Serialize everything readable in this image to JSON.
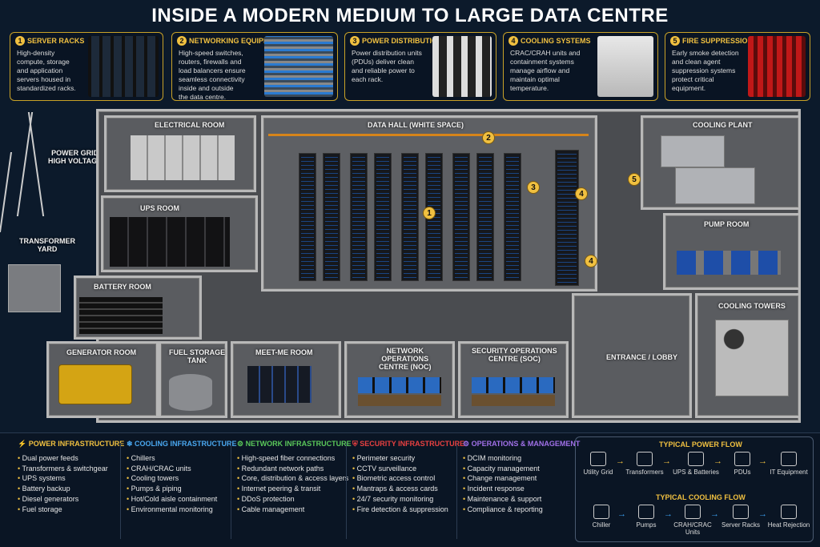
{
  "title": "INSIDE A MODERN MEDIUM TO LARGE DATA CENTRE",
  "top_cards": [
    {
      "num": "1",
      "heading": "SERVER RACKS",
      "text": [
        "High-density",
        "compute, storage",
        "and application",
        "servers housed in",
        "standardized racks."
      ],
      "photo_icon": "server-rack-icon"
    },
    {
      "num": "2",
      "heading": "NETWORKING EQUIPMENT",
      "text": [
        "High-speed switches,",
        "routers, firewalls and",
        "load balancers ensure",
        "seamless connectivity",
        "inside and outside",
        "the data centre."
      ],
      "photo_icon": "network-switch-icon"
    },
    {
      "num": "3",
      "heading": "POWER DISTRIBUTION",
      "text": [
        "Power distribution units",
        "(PDUs) deliver clean",
        "and reliable power to",
        "each rack."
      ],
      "photo_icon": "pdu-icon"
    },
    {
      "num": "4",
      "heading": "COOLING SYSTEMS",
      "text": [
        "CRAC/CRAH units and",
        "containment systems",
        "manage airflow and",
        "maintain optimal",
        "temperature."
      ],
      "photo_icon": "crac-unit-icon"
    },
    {
      "num": "5",
      "heading": "FIRE SUPPRESSION",
      "text": [
        "Early smoke detection",
        "and clean agent",
        "suppression systems",
        "protect critical",
        "equipment."
      ],
      "photo_icon": "fire-cylinder-icon"
    }
  ],
  "rooms": {
    "electrical": "ELECTRICAL ROOM",
    "data_hall": "DATA HALL (WHITE SPACE)",
    "cooling_plant": "COOLING PLANT",
    "power_grid": "POWER GRID",
    "power_grid_sub": "HIGH VOLTAGE",
    "ups": "UPS ROOM",
    "pump": "PUMP ROOM",
    "transformer": "TRANSFORMER",
    "transformer_sub": "YARD",
    "battery": "BATTERY ROOM",
    "cooling_towers": "COOLING TOWERS",
    "generator": "GENERATOR ROOM",
    "fuel": "FUEL STORAGE",
    "fuel_sub": "TANK",
    "meetme": "MEET-ME ROOM",
    "noc": "NETWORK",
    "noc_sub1": "OPERATIONS",
    "noc_sub2": "CENTRE (NOC)",
    "soc": "SECURITY OPERATIONS",
    "soc_sub": "CENTRE (SOC)",
    "lobby": "ENTRANCE / LOBBY"
  },
  "markers": [
    "1",
    "2",
    "3",
    "4",
    "4",
    "5"
  ],
  "infrastructure": [
    {
      "heading": "POWER INFRASTRUCTURE",
      "color": "#f0c040",
      "icon": "lightning-icon",
      "items": [
        "Dual power feeds",
        "Transformers & switchgear",
        "UPS systems",
        "Battery backup",
        "Diesel generators",
        "Fuel storage"
      ]
    },
    {
      "heading": "COOLING INFRASTRUCTURE",
      "color": "#4aa8f0",
      "icon": "snowflake-icon",
      "items": [
        "Chillers",
        "CRAH/CRAC units",
        "Cooling towers",
        "Pumps & piping",
        "Hot/Cold aisle containment",
        "Environmental monitoring"
      ]
    },
    {
      "heading": "NETWORK INFRASTRUCTURE",
      "color": "#5ac85a",
      "icon": "network-icon",
      "items": [
        "High-speed fiber connections",
        "Redundant network paths",
        "Core, distribution & access layers",
        "Internet peering & transit",
        "DDoS protection",
        "Cable management"
      ]
    },
    {
      "heading": "SECURITY INFRASTRUCTURE",
      "color": "#e84040",
      "icon": "shield-icon",
      "items": [
        "Perimeter security",
        "CCTV surveillance",
        "Biometric access control",
        "Mantraps & access cards",
        "24/7 security monitoring",
        "Fire detection & suppression"
      ]
    },
    {
      "heading": "OPERATIONS & MANAGEMENT",
      "color": "#a070e8",
      "icon": "gear-icon",
      "items": [
        "DCIM monitoring",
        "Capacity management",
        "Change management",
        "Incident response",
        "Maintenance & support",
        "Compliance & reporting"
      ]
    }
  ],
  "power_flow": {
    "heading": "TYPICAL POWER FLOW",
    "steps": [
      {
        "label": "Utility Grid",
        "icon": "pylon-icon"
      },
      {
        "label": "Transformers",
        "icon": "transformer-icon"
      },
      {
        "label": "UPS & Batteries",
        "icon": "battery-icon"
      },
      {
        "label": "PDUs",
        "icon": "pdu-icon"
      },
      {
        "label": "IT Equipment",
        "icon": "server-icon"
      }
    ]
  },
  "cooling_flow": {
    "heading": "TYPICAL COOLING FLOW",
    "steps": [
      {
        "label": "Chiller",
        "icon": "chiller-icon"
      },
      {
        "label": "Pumps",
        "icon": "pump-icon"
      },
      {
        "label": "CRAH/CRAC Units",
        "icon": "snowflake-icon"
      },
      {
        "label": "Server Racks",
        "icon": "server-rack-icon"
      },
      {
        "label": "Heat Rejection",
        "icon": "heat-icon"
      }
    ]
  }
}
